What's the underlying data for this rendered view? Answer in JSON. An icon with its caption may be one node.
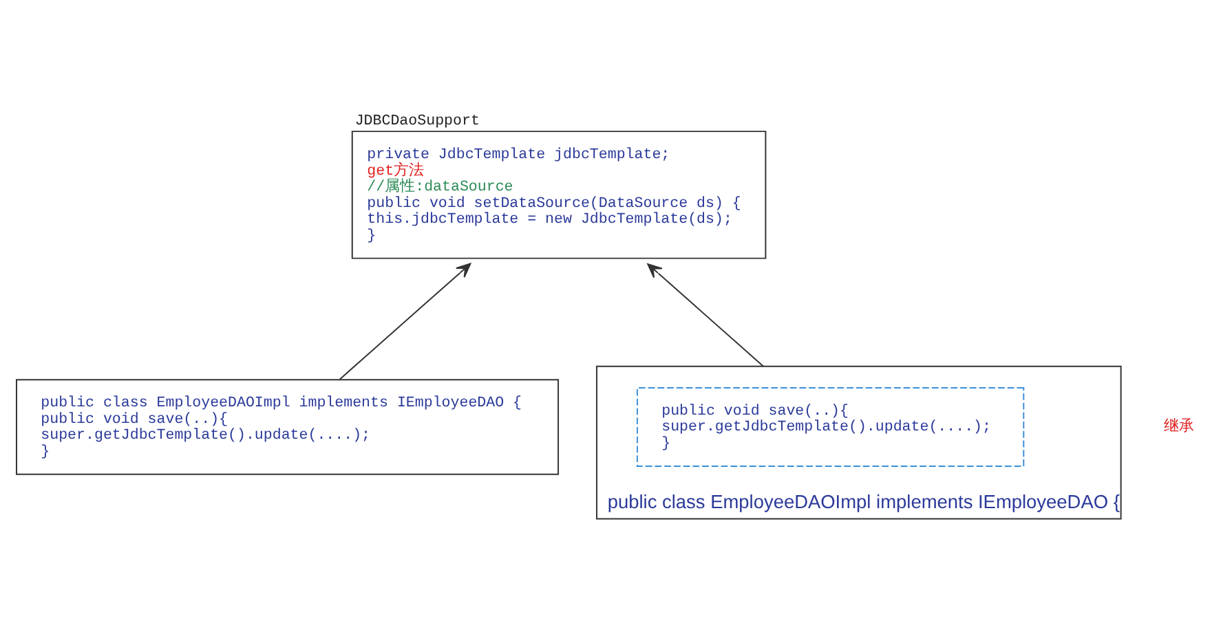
{
  "diagram": {
    "nodes": [
      {
        "text": [
          "JDBCDaoSupport",
          "private JdbcTemplate jdbcTemplate;",
          "get方法",
          "//属性:dataSource",
          "public void setDataSource(DataSource ds) {",
          "this.jdbcTemplate = new JdbcTemplate(ds);",
          "}"
        ]
      },
      {
        "text": [
          "public class EmployeeDAOImpl implements IEmployeeDAO {",
          "public void save(..){",
          "super.getJdbcTemplate().update(....);",
          "}"
        ]
      },
      {
        "text": [
          "public class EmployeeDAOImpl implements IEmployeeDAO {"
        ]
      },
      {
        "text": [
          "public void save(..){",
          "super.getJdbcTemplate().update(....);",
          "}"
        ],
        "in": 2
      }
    ],
    "edges": [
      {
        "from": 1,
        "to": 0,
        "arrow": "to"
      },
      {
        "from": 2,
        "to": 0,
        "arrow": "to"
      }
    ],
    "labels": [
      "继承"
    ]
  }
}
